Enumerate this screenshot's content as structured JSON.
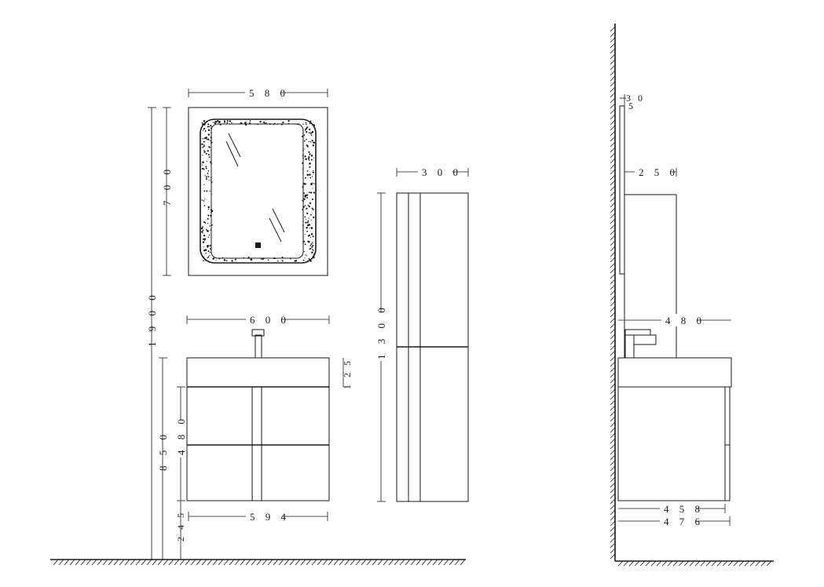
{
  "dimensions": {
    "mirror_width": "5 8 0",
    "mirror_height": "7 0 0",
    "total_height": "1 9 0 0",
    "basin_width": "6 0 0",
    "basin_thickness": "1 2 5",
    "cabinet_height": "8 5 0",
    "drawer_height": "4 8 0",
    "floor_gap": "2 4 5",
    "cabinet_width": "5 9 4",
    "tall_width": "3 0 0",
    "tall_height": "1 3 0 0",
    "mirror_depth": "3 0",
    "mirror_small": "5",
    "tall_depth": "2 5 0",
    "basin_depth": "4 8 0",
    "cabinet_depth": "4 5 8",
    "overall_depth": "4 7 6"
  }
}
